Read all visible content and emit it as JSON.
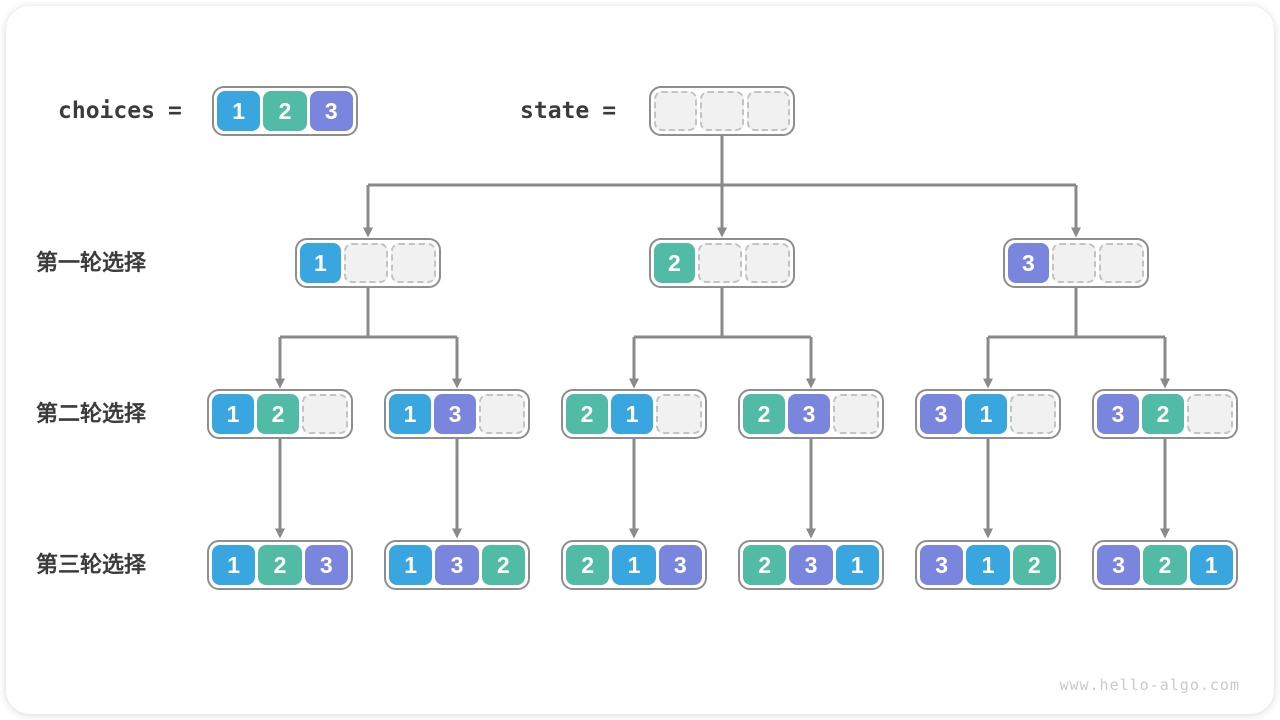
{
  "colors": {
    "1": "#3aa6e0",
    "2": "#52bba6",
    "3": "#7a85de",
    "arrow": "#8a8a8a"
  },
  "header": {
    "choices_label": "choices",
    "state_label": "state",
    "equals": "="
  },
  "choices": {
    "values": [
      1,
      2,
      3
    ]
  },
  "state": {
    "values": []
  },
  "rows": [
    {
      "label": "第一轮选择"
    },
    {
      "label": "第二轮选择"
    },
    {
      "label": "第三轮选择"
    }
  ],
  "tree": {
    "slots": 3,
    "level1": [
      [
        1
      ],
      [
        2
      ],
      [
        3
      ]
    ],
    "level2": [
      [
        1,
        2
      ],
      [
        1,
        3
      ],
      [
        2,
        1
      ],
      [
        2,
        3
      ],
      [
        3,
        1
      ],
      [
        3,
        2
      ]
    ],
    "level3": [
      [
        1,
        2,
        3
      ],
      [
        1,
        3,
        2
      ],
      [
        2,
        1,
        3
      ],
      [
        2,
        3,
        1
      ],
      [
        3,
        1,
        2
      ],
      [
        3,
        2,
        1
      ]
    ]
  },
  "watermark": "www.hello-algo.com"
}
